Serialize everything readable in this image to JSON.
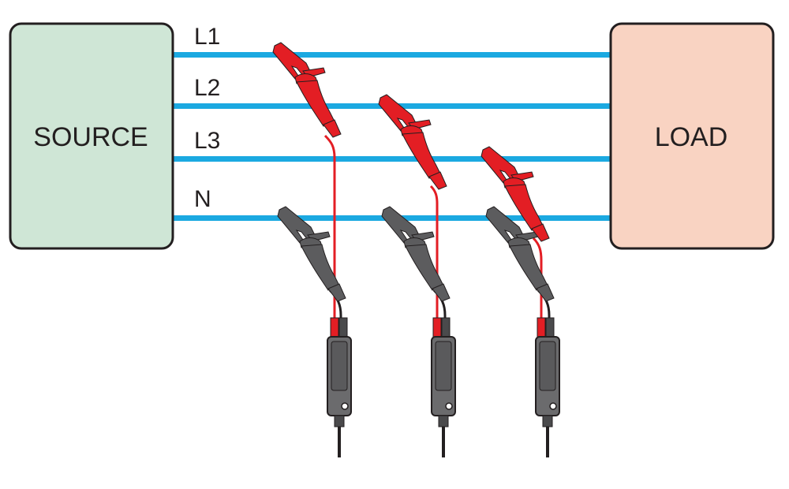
{
  "source": {
    "label": "SOURCE",
    "fill": "#cfe6d6"
  },
  "load": {
    "label": "LOAD",
    "fill": "#f9d3c2"
  },
  "conductors": [
    {
      "label": "L1"
    },
    {
      "label": "L2"
    },
    {
      "label": "L3"
    },
    {
      "label": "N"
    }
  ],
  "colors": {
    "conductor": "#1ba9e1",
    "outline": "#231f20",
    "red_clip": "#e31e24",
    "gray_clip": "#5c5c5e",
    "probe_body": "#6b6b6d"
  },
  "probes": [
    {
      "name": "probe-1",
      "red_on": "L1",
      "black_on": "N"
    },
    {
      "name": "probe-2",
      "red_on": "L2",
      "black_on": "N"
    },
    {
      "name": "probe-3",
      "red_on": "L3",
      "black_on": "N"
    }
  ]
}
